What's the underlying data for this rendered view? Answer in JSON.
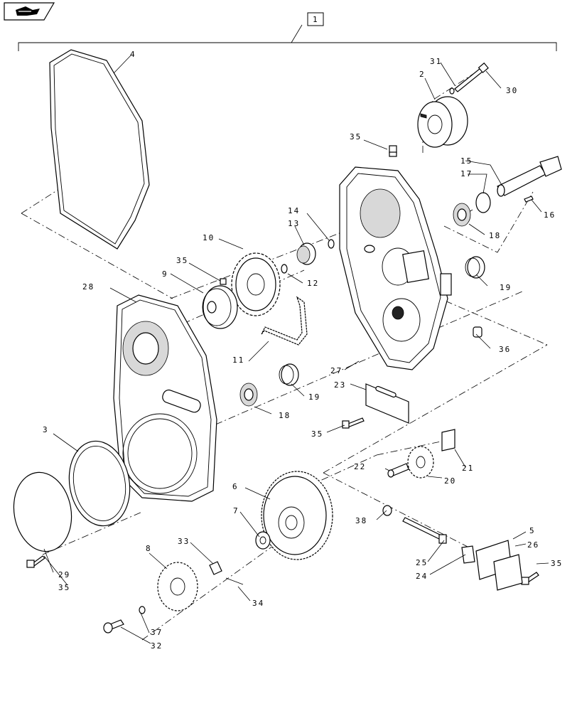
{
  "nav_icon": "next-page-arrow-icon",
  "assembly_label": "1",
  "callouts": {
    "c2": "2",
    "c3": "3",
    "c4": "4",
    "c5": "5",
    "c6": "6",
    "c7": "7",
    "c8": "8",
    "c9": "9",
    "c10": "10",
    "c11": "11",
    "c12": "12",
    "c13": "13",
    "c14": "14",
    "c15": "15",
    "c16": "16",
    "c17": "17",
    "c18a": "18",
    "c18b": "18",
    "c19a": "19",
    "c19b": "19",
    "c20": "20",
    "c21": "21",
    "c22": "22",
    "c23": "23",
    "c24": "24",
    "c25": "25",
    "c26": "26",
    "c27": "27",
    "c28": "28",
    "c29": "29",
    "c30": "30",
    "c31": "31",
    "c32": "32",
    "c33": "33",
    "c34": "34",
    "c35a": "35",
    "c35b": "35",
    "c35c": "35",
    "c35d": "35",
    "c35e": "35",
    "c36": "36",
    "c37": "37",
    "c38": "38"
  }
}
